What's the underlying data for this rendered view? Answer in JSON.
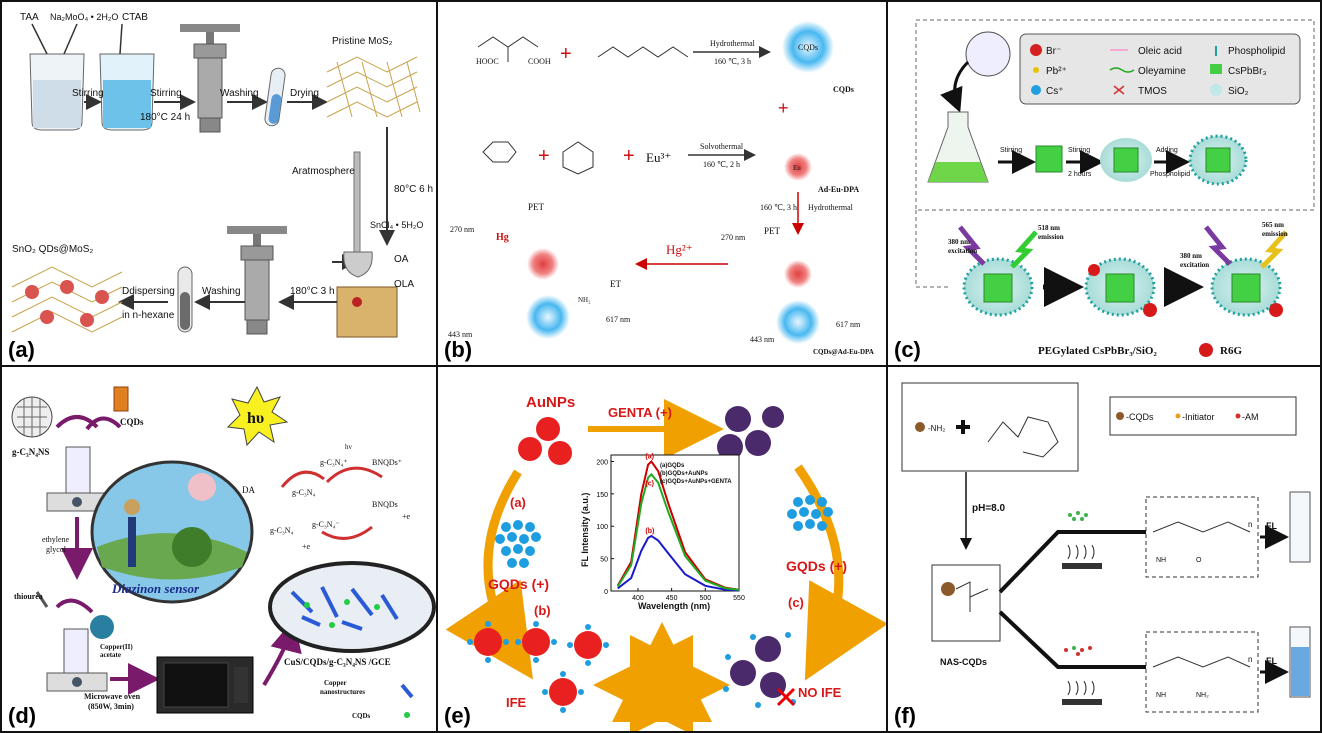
{
  "panels": {
    "a": {
      "label": "(a)",
      "taa": "TAA",
      "na2moo4": "Na₂MoO₄ • 2H₂O",
      "ctab": "CTAB",
      "stirring1": "Stirring",
      "stirring2": "Stirring",
      "stirring2_cond": "180°C 24 h",
      "washing1": "Washing",
      "drying": "Drying",
      "pristine": "Pristine MoS₂",
      "aratmosphere": "Aratmosphere",
      "cond_80": "80°C 6 h",
      "sncl4": "SnCl₄ • 5H₂O",
      "oa": "OA",
      "ola": "OLA",
      "cond_180": "180°C 3 h",
      "washing2": "Washing",
      "dispersing": "Ddispersing",
      "in_hexane": "in n-hexane",
      "product": "SnO₂ QDs@MoS₂"
    },
    "b": {
      "label": "(b)",
      "hydrothermal": "Hydrothermal",
      "cond1": "160 ℃, 3 h",
      "cqds": "CQDs",
      "cqds_core": "CQDs",
      "eu": "Eu³⁺",
      "solvothermal": "Solvothermal",
      "cond2": "160 ℃, 2 h",
      "ad_eu_dpa": "Ad-Eu-DPA",
      "cond3": "160 ℃, 3 h",
      "hydrothermal2": "Hydrothermal",
      "hg2": "Hg²⁺",
      "pet1": "PET",
      "pet2": "PET",
      "et": "ET",
      "nm270a": "270 nm",
      "nm270b": "270 nm",
      "nm443a": "443 nm",
      "nm443b": "443 nm",
      "nm617a": "617 nm",
      "nm617b": "617 nm",
      "hg": "Hg",
      "eu_small": "Eu",
      "cqds_ad": "CQDs@Ad-Eu-DPA",
      "nh2": "NH₂",
      "hooc": "HOOC",
      "cooh": "COOH"
    },
    "c": {
      "label": "(c)",
      "legend": [
        "Br⁻",
        "Oleic acid",
        "Phospholipid",
        "Pb²⁺",
        "Oleyamine",
        "CsPbBr₃",
        "Cs⁺",
        "TMOS",
        "SiO₂"
      ],
      "stirring": "Stirring",
      "stirring_time": "Stirring",
      "two_hours": "2 hours",
      "adding": "Adding",
      "phospholipid": "Phospholipid",
      "ex1": "380 nm",
      "ex1b": "excitation",
      "em1": "518 nm",
      "em1b": "emission",
      "ex2": "380 nm",
      "ex2b": "excitation",
      "em2": "565 nm",
      "em2b": "emission",
      "caption": "PEGylated CsPbBr₃/SiO₂",
      "r6g": "R6G"
    },
    "d": {
      "label": "(d)",
      "gc3n4ns": "g-C₃N₄NS",
      "cqds": "CQDs",
      "ethylene": "ethylene",
      "glycol": "glycol",
      "thiourea": "thiourea",
      "copper": "Copper(II)",
      "acetate": "acetate",
      "microwave": "Microwave oven",
      "microwave_cond": "(850W, 3min)",
      "hv": "hυ",
      "sensor": "Diazinon sensor",
      "electrode": "CuS/CQDs/g-C₃N₄NS /GCE",
      "copper_nano": "Copper",
      "copper_nano2": "nanostructures",
      "cqds_legend": "CQDs",
      "da": "DA",
      "bnqds": "BNQDs",
      "bnqds2": "BNQDs⁺",
      "gc3n4a": "g-C₃N₄",
      "gc3n4b": "g-C₃N₄⁺",
      "gc3n4c": "g-C₃N₄",
      "gc3n4d": "g-C₃N₄⁻",
      "hv_small": "hv",
      "plus_e1": "+e",
      "plus_e2": "+e"
    },
    "e": {
      "label": "(e)",
      "aunps": "AuNPs",
      "genta": "GENTA (+)",
      "a": "(a)",
      "b": "(b)",
      "c": "(c)",
      "gqds_left": "GQDs (+)",
      "gqds_right": "GQDs (+)",
      "ife": "IFE",
      "no_ife": "NO IFE",
      "legend": [
        "(a)GQDs",
        "(b)GQDs+AuNPs",
        "(c)GQDs+AuNPs+GENTA"
      ],
      "curve_labels": [
        "(a)",
        "(c)",
        "(b)"
      ]
    },
    "f": {
      "label": "(f)",
      "nh2": "-NH₂",
      "ph": "pH=8.0",
      "nas": "NAS-CQDs",
      "legend_cqds": "-CQDs",
      "legend_init": "-Initiator",
      "legend_am": "-AM",
      "fl1": "FL",
      "fl2": "FL",
      "n1": "n",
      "n2": "n",
      "nh": "NH",
      "nh2b": "NH₂",
      "o": "O"
    }
  },
  "chart_data": {
    "type": "line",
    "title": "",
    "xlabel": "Wavelength (nm)",
    "ylabel": "FL Intensity (a.u.)",
    "xlim": [
      360,
      550
    ],
    "ylim": [
      0,
      210
    ],
    "xticks": [
      400,
      450,
      500,
      550
    ],
    "yticks": [
      0,
      50,
      100,
      150,
      200
    ],
    "series": [
      {
        "name": "(a)GQDs",
        "color": "#cc0000",
        "x": [
          370,
          390,
          405,
          415,
          420,
          430,
          445,
          470,
          500,
          530,
          550
        ],
        "values": [
          8,
          45,
          150,
          195,
          200,
          185,
          135,
          60,
          18,
          5,
          2
        ]
      },
      {
        "name": "(b)GQDs+AuNPs",
        "color": "#1a1acc",
        "x": [
          370,
          390,
          405,
          415,
          420,
          430,
          445,
          470,
          500,
          530,
          550
        ],
        "values": [
          4,
          20,
          62,
          82,
          85,
          78,
          58,
          26,
          8,
          2,
          1
        ]
      },
      {
        "name": "(c)GQDs+AuNPs+GENTA",
        "color": "#22aa22",
        "x": [
          370,
          390,
          405,
          415,
          420,
          430,
          445,
          470,
          500,
          530,
          550
        ],
        "values": [
          7,
          40,
          135,
          175,
          180,
          167,
          122,
          54,
          16,
          4,
          2
        ]
      }
    ]
  }
}
